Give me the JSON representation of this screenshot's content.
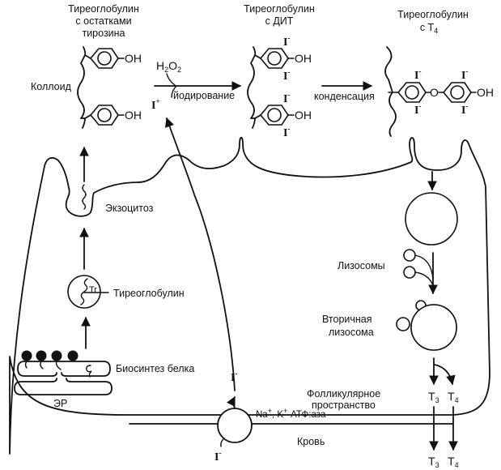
{
  "diagram": {
    "title_labels": {
      "tg_tyrosine": [
        "Тиреоглобулин",
        "с остатками",
        "тирозина"
      ],
      "tg_dit": [
        "Тиреоглобулин",
        "с ДИТ"
      ],
      "tg_t4_line1": "Тиреоглобулин",
      "tg_t4_line2_prefix": "с Т",
      "tg_t4_line2_sub": "4"
    },
    "chem": {
      "oh": "OH",
      "o": "O",
      "iodide": "I",
      "iodide_charge": "-",
      "iodine_plus": "I",
      "iodine_plus_charge": "+",
      "h2o2_h": "H",
      "h2o2_sub": "2",
      "h2o2_o": "O",
      "t3_main": "T",
      "t3_sub": "3",
      "t4_main": "T",
      "t4_sub": "4"
    },
    "labels": {
      "colloid": "Коллоид",
      "iodination": "йодирование",
      "condensation": "конденсация",
      "exocytosis": "Экзоцитоз",
      "thyroglobulin": "Тиреоглобулин",
      "tg_abbrev": "Tr",
      "protein_biosynthesis": "Биосинтез белка",
      "er": "ЭР",
      "lysosomes": "Лизосомы",
      "secondary_lysosome": [
        "Вторичная",
        "лизосома"
      ],
      "follicular_space": [
        "Фолликулярное",
        "пространство"
      ],
      "atpase_na": "Na",
      "atpase_k": ", K",
      "atpase_rest": "-АТФ:аза",
      "plus": "+",
      "blood": "Кровь"
    }
  }
}
